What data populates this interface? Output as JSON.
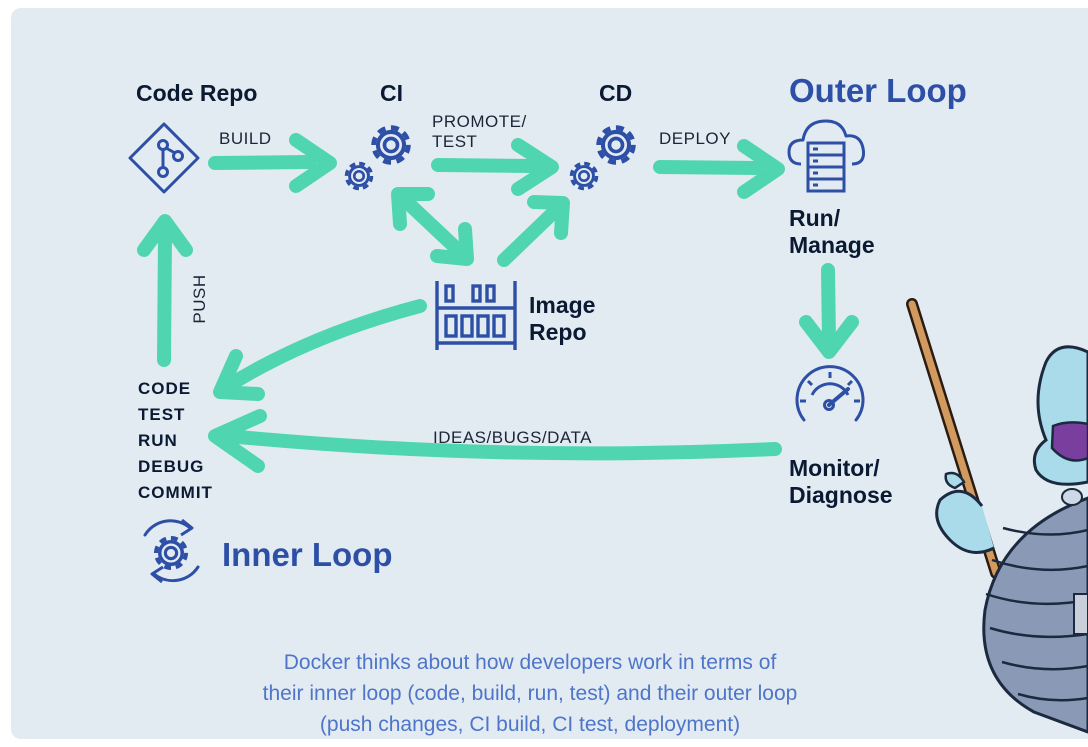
{
  "nodes": {
    "code_repo": "Code Repo",
    "ci": "CI",
    "cd": "CD",
    "outer_loop": "Outer Loop",
    "run_manage": [
      "Run/",
      "Manage"
    ],
    "image_repo": [
      "Image",
      "Repo"
    ],
    "monitor_diagnose": [
      "Monitor/",
      "Diagnose"
    ],
    "inner_loop": "Inner Loop"
  },
  "edges": {
    "build": "BUILD",
    "promote_test": [
      "PROMOTE/",
      "TEST"
    ],
    "deploy": "DEPLOY",
    "push": "PUSH",
    "ideas": "IDEAS/BUGS/DATA"
  },
  "inner_steps": [
    "CODE",
    "TEST",
    "RUN",
    "DEBUG",
    "COMMIT"
  ],
  "caption": [
    "Docker thinks about how developers work in terms of",
    "their inner loop (code, build, run, test) and their outer loop",
    "(push changes, CI build, CI test, deployment)"
  ],
  "colors": {
    "background": "#e3ebf2",
    "arrow": "#4fd6b0",
    "icon": "#2d4fa6",
    "heading": "#0b1a33",
    "caption": "#4e75c9"
  },
  "icons": [
    "git-branch-icon",
    "gears-icon",
    "cloud-server-icon",
    "image-shelf-icon",
    "speedometer-icon",
    "cycle-gear-icon",
    "whale-mascot-icon"
  ]
}
